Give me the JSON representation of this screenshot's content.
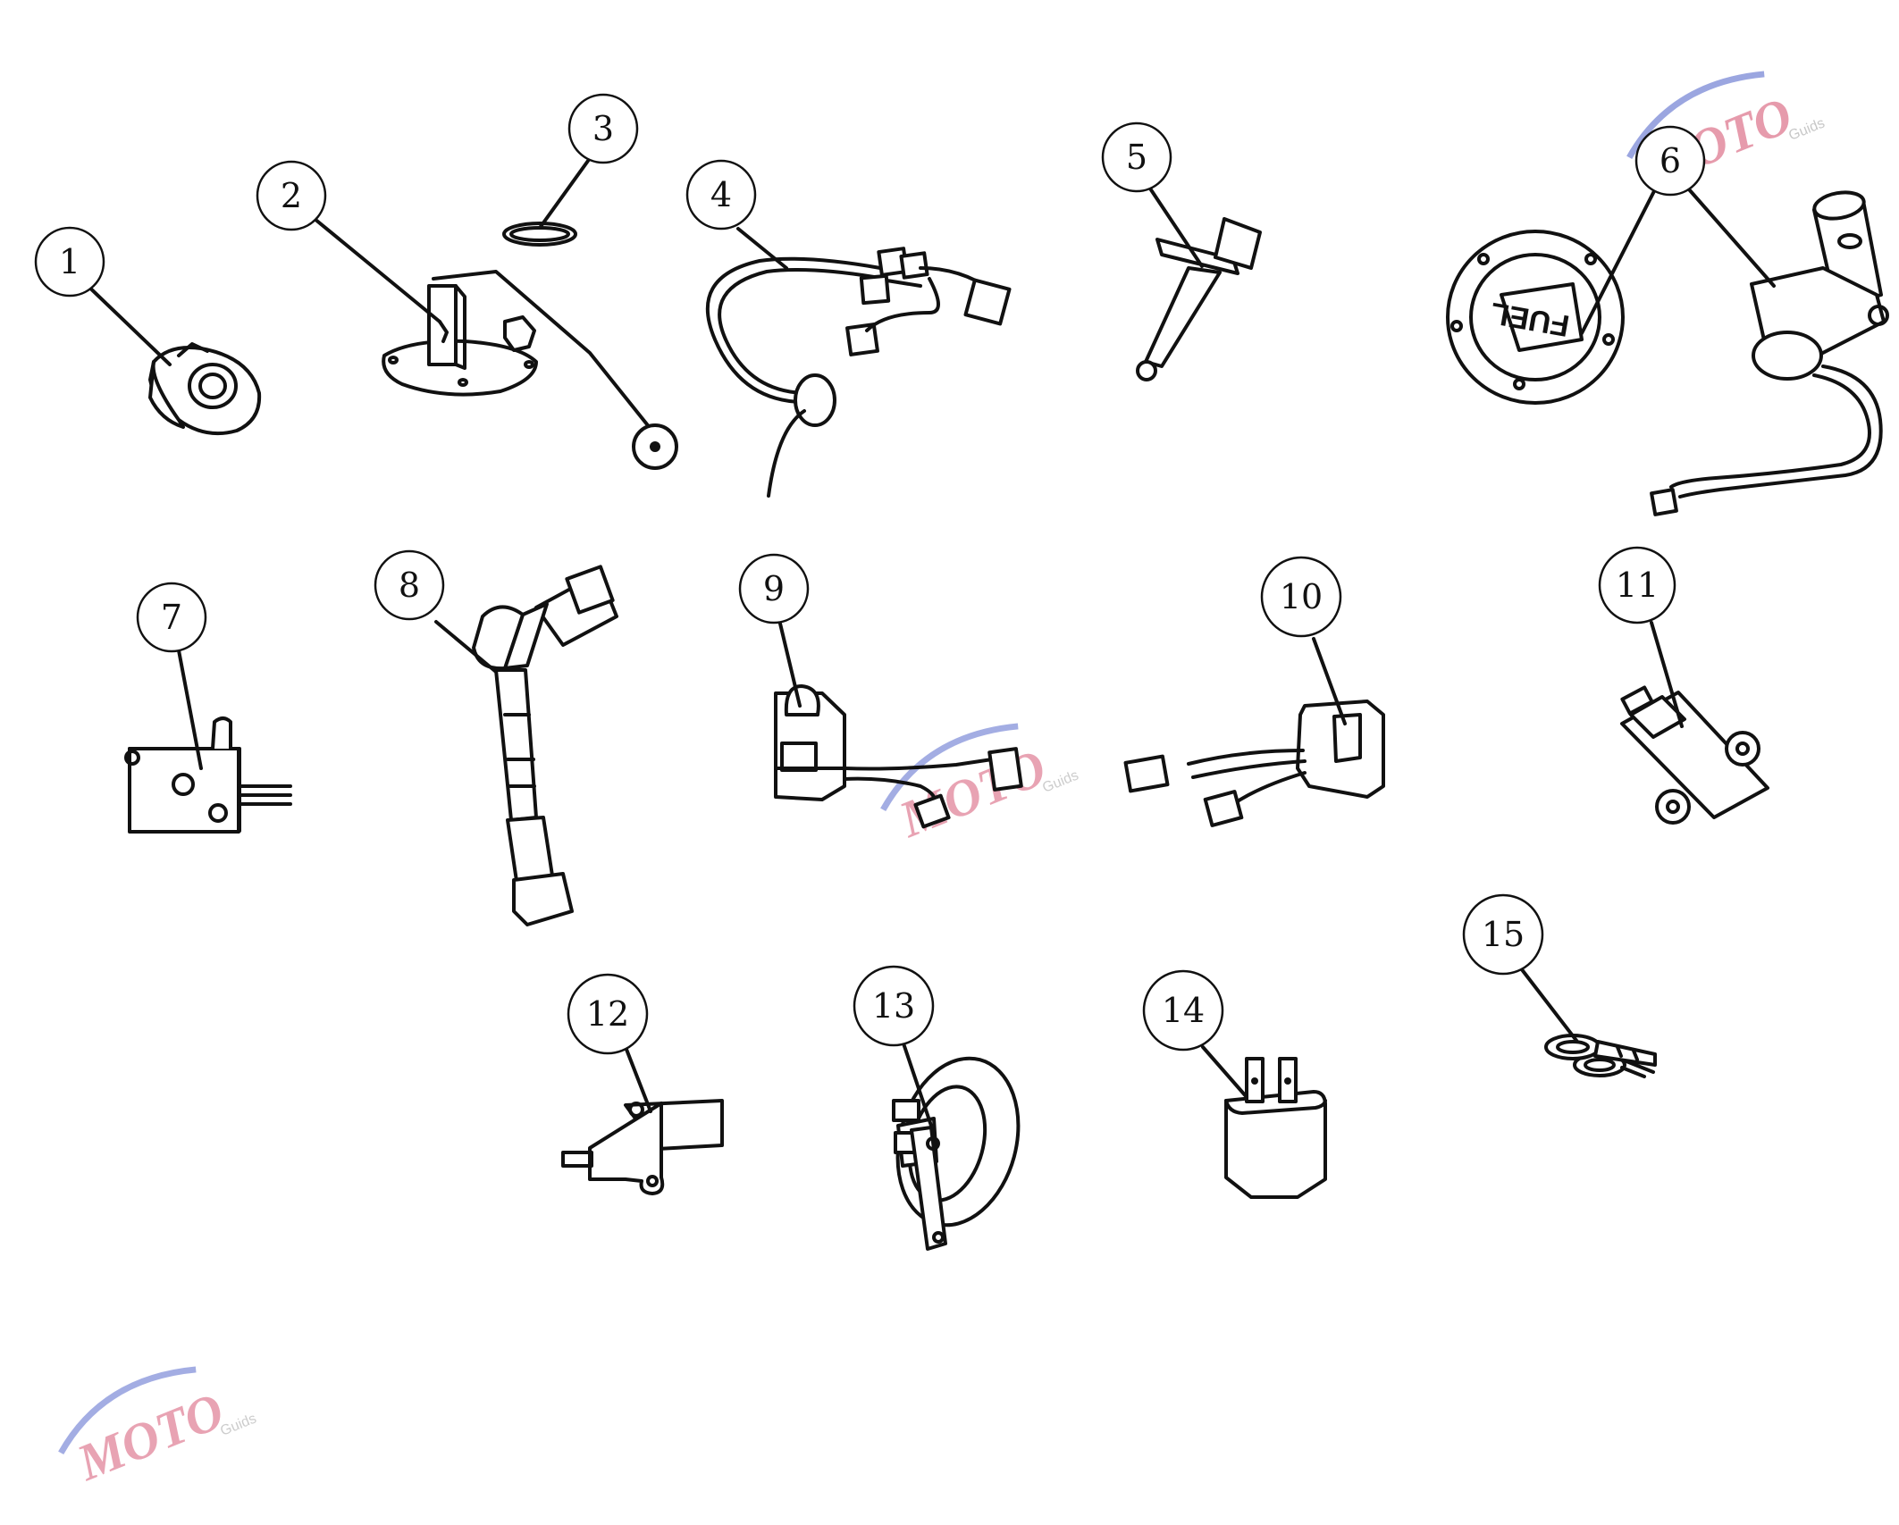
{
  "callouts": [
    "1",
    "2",
    "3",
    "4",
    "5",
    "6",
    "7",
    "8",
    "9",
    "10",
    "11",
    "12",
    "13",
    "14",
    "15"
  ],
  "part_labels": {
    "fuel_cap": "FUEL"
  },
  "watermark": {
    "mark": "MOTO",
    "sub": "Guids",
    "color_blue": "#4a5ec8",
    "color_red": "#d24a6a",
    "color_gray": "#9a9a9a"
  }
}
